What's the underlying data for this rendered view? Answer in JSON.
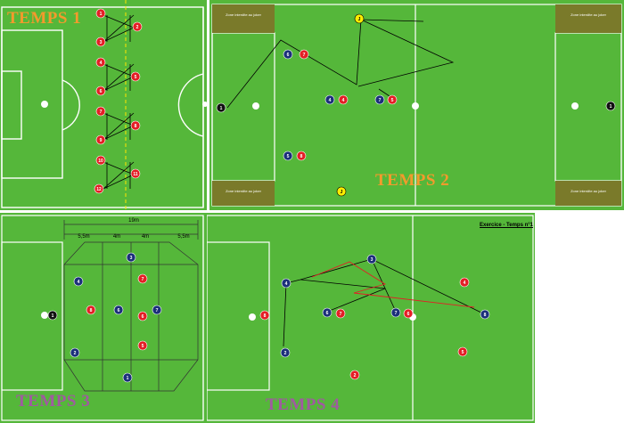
{
  "panels": {
    "t1": {
      "title": "TEMPS 1"
    },
    "t2": {
      "title": "TEMPS 2",
      "zone_label": "Zone interdite au joker"
    },
    "t3": {
      "title": "TEMPS 3",
      "dim_total": "19m",
      "dim_a": "5,5m",
      "dim_b": "4m",
      "dim_c": "4m",
      "dim_d": "5,5m"
    },
    "t4": {
      "title": "TEMPS 4",
      "subtitle": "Exercice - Temps n°1"
    }
  },
  "colors": {
    "pitch": "#55b73a",
    "title_orange": "#f39a2c",
    "title_purple": "#a05aa0",
    "red_player": "#e41e25",
    "blue_player": "#1b2f7a",
    "joker": "#ffee00",
    "arrow_red": "#e41e25"
  },
  "players": {
    "t1": [
      "1",
      "2",
      "3",
      "4",
      "5",
      "6",
      "7",
      "8",
      "9",
      "10",
      "11",
      "12"
    ],
    "t2_red": [
      "7",
      "4",
      "5",
      "8"
    ],
    "t2_blue": [
      "6",
      "4",
      "7",
      "5"
    ],
    "t2_joker": [
      "J",
      "J"
    ],
    "t2_keeper": [
      "1",
      "1"
    ],
    "t3_red": [
      "7",
      "8",
      "6",
      "5"
    ],
    "t3_blue": [
      "3",
      "4",
      "6",
      "7",
      "2",
      "1"
    ],
    "t3_keeper": [
      "1"
    ],
    "t4_red": [
      "8",
      "7",
      "6",
      "4",
      "5",
      "2"
    ],
    "t4_blue": [
      "3",
      "4",
      "6",
      "7",
      "8",
      "2"
    ]
  }
}
